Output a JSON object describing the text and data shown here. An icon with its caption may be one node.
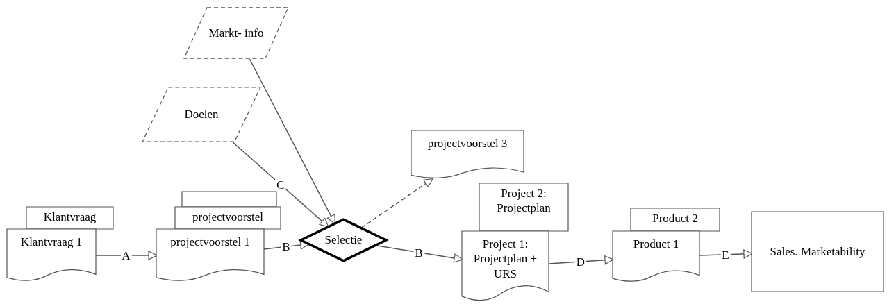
{
  "diagram": {
    "nodes": [
      {
        "text": [
          "Markt- info"
        ]
      },
      {
        "text": [
          "Doelen"
        ]
      },
      {
        "text": [
          "Klantvraag"
        ]
      },
      {
        "text": [
          "Klantvraag 1"
        ]
      },
      {
        "text": [],
        "shape": "box"
      },
      {
        "text": [
          "projectvoorstel"
        ]
      },
      {
        "text": [
          "projectvoorstel 1"
        ]
      },
      {
        "text": [
          "Selectie"
        ]
      },
      {
        "text": [
          "projectvoorstel 3"
        ]
      },
      {
        "text": [
          "Project 2: Projectplan"
        ]
      },
      {
        "text": [
          "Project 1: Projectplan + URS"
        ]
      },
      {
        "text": [
          "Product 2"
        ]
      },
      {
        "text": [
          "Product 1"
        ]
      },
      {
        "text": [
          "Sales. Marketability"
        ]
      }
    ],
    "edges": [
      {
        "from": 0,
        "to": 7,
        "arrow": "to"
      },
      {
        "from": 1,
        "to": 7,
        "arrow": "to",
        "label": "C"
      },
      {
        "from": 3,
        "to": 6,
        "arrow": "to",
        "label": "A"
      },
      {
        "from": 6,
        "to": 7,
        "arrow": "to",
        "label": "B"
      },
      {
        "from": 7,
        "to": 8,
        "arrow": "to",
        "style": "dashed"
      },
      {
        "from": 7,
        "to": 10,
        "arrow": "to",
        "label": "B"
      },
      {
        "from": 10,
        "to": 12,
        "arrow": "to",
        "label": "D"
      },
      {
        "from": 12,
        "to": 13,
        "arrow": "to",
        "label": "E"
      }
    ]
  }
}
